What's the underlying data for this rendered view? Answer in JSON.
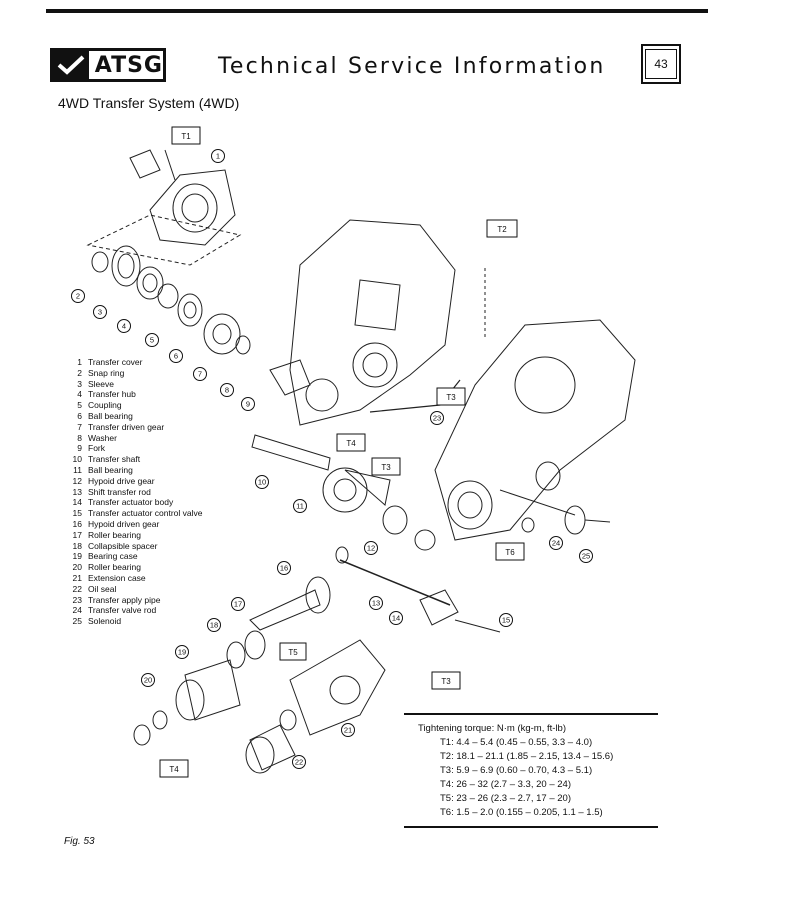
{
  "header": {
    "logo_text": "ATSG",
    "title": "Technical Service Information",
    "page_number": "43"
  },
  "section_title": "4WD Transfer System  (4WD)",
  "callouts": {
    "T1": "T1",
    "T2": "T2",
    "T3": "T3",
    "T4": "T4",
    "T5": "T5",
    "T6": "T6"
  },
  "part_numbers": [
    "1",
    "2",
    "3",
    "4",
    "5",
    "6",
    "7",
    "8",
    "9",
    "10",
    "11",
    "12",
    "13",
    "14",
    "15",
    "16",
    "17",
    "18",
    "19",
    "20",
    "21",
    "22",
    "23",
    "24",
    "25"
  ],
  "legend": [
    {
      "num": "1",
      "name": "Transfer cover"
    },
    {
      "num": "2",
      "name": "Snap ring"
    },
    {
      "num": "3",
      "name": "Sleeve"
    },
    {
      "num": "4",
      "name": "Transfer hub"
    },
    {
      "num": "5",
      "name": "Coupling"
    },
    {
      "num": "6",
      "name": "Ball bearing"
    },
    {
      "num": "7",
      "name": "Transfer driven gear"
    },
    {
      "num": "8",
      "name": "Washer"
    },
    {
      "num": "9",
      "name": "Fork"
    },
    {
      "num": "10",
      "name": "Transfer shaft"
    },
    {
      "num": "11",
      "name": "Ball bearing"
    },
    {
      "num": "12",
      "name": "Hypoid drive gear"
    },
    {
      "num": "13",
      "name": "Shift transfer rod"
    },
    {
      "num": "14",
      "name": "Transfer actuator body"
    },
    {
      "num": "15",
      "name": "Transfer actuator control valve"
    },
    {
      "num": "16",
      "name": "Hypoid driven gear"
    },
    {
      "num": "17",
      "name": "Roller bearing"
    },
    {
      "num": "18",
      "name": "Collapsible spacer"
    },
    {
      "num": "19",
      "name": "Bearing case"
    },
    {
      "num": "20",
      "name": "Roller bearing"
    },
    {
      "num": "21",
      "name": "Extension case"
    },
    {
      "num": "22",
      "name": "Oil seal"
    },
    {
      "num": "23",
      "name": "Transfer apply pipe"
    },
    {
      "num": "24",
      "name": "Transfer valve rod"
    },
    {
      "num": "25",
      "name": "Solenoid"
    }
  ],
  "torque": {
    "heading": "Tightening torque:  N·m (kg-m, ft-lb)",
    "rows": [
      "T1: 4.4 – 5.4 (0.45 – 0.55, 3.3 – 4.0)",
      "T2: 18.1 – 21.1 (1.85 – 2.15, 13.4 – 15.6)",
      "T3: 5.9 – 6.9 (0.60 – 0.70, 4.3 – 5.1)",
      "T4: 26 – 32 (2.7 – 3.3, 20 – 24)",
      "T5: 23 – 26 (2.3 – 2.7, 17 – 20)",
      "T6: 1.5 – 2.0 (0.155 – 0.205, 1.1 – 1.5)"
    ]
  },
  "figure_label": "Fig. 53"
}
